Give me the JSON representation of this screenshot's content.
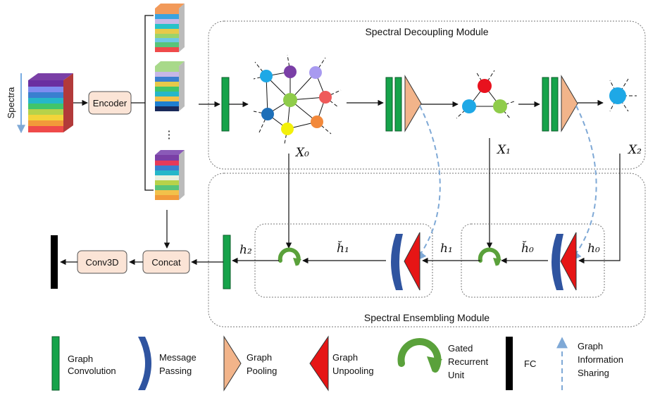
{
  "modules": {
    "decoupling": "Spectral Decoupling Module",
    "ensembling": "Spectral Ensembling Module"
  },
  "labels": {
    "spectra": "Spectra",
    "encoder": "Encoder",
    "ellipsis": "⋮",
    "concat": "Concat",
    "conv3d": "Conv3D"
  },
  "math": {
    "x0": "X₀",
    "x1": "X₁",
    "x2": "X₂",
    "h0": "h₀",
    "h1": "h₁",
    "h2": "h₂",
    "h0_breve": "h̆₀",
    "h1_breve": "h̆₁"
  },
  "legend": {
    "graph_convolution": [
      "Graph",
      "Convolution"
    ],
    "message_passing": [
      "Message",
      "Passing"
    ],
    "graph_pooling": [
      "Graph",
      "Pooling"
    ],
    "graph_unpooling": [
      "Graph",
      "Unpooling"
    ],
    "gated_recurrent_unit": [
      "Gated",
      "Recurrent",
      "Unit"
    ],
    "fc": [
      "FC"
    ],
    "graph_information_sharing": [
      "Graph",
      "Information",
      "Sharing"
    ]
  },
  "colors": {
    "graph_convolution": "#16a34a",
    "message_passing": "#2f54a0",
    "graph_pooling": "#f2b48a",
    "graph_unpooling": "#e61515",
    "gru": "#5aa13b",
    "box_fill": "#fbe4d6",
    "sharing_arrow": "#7fa9d6"
  }
}
